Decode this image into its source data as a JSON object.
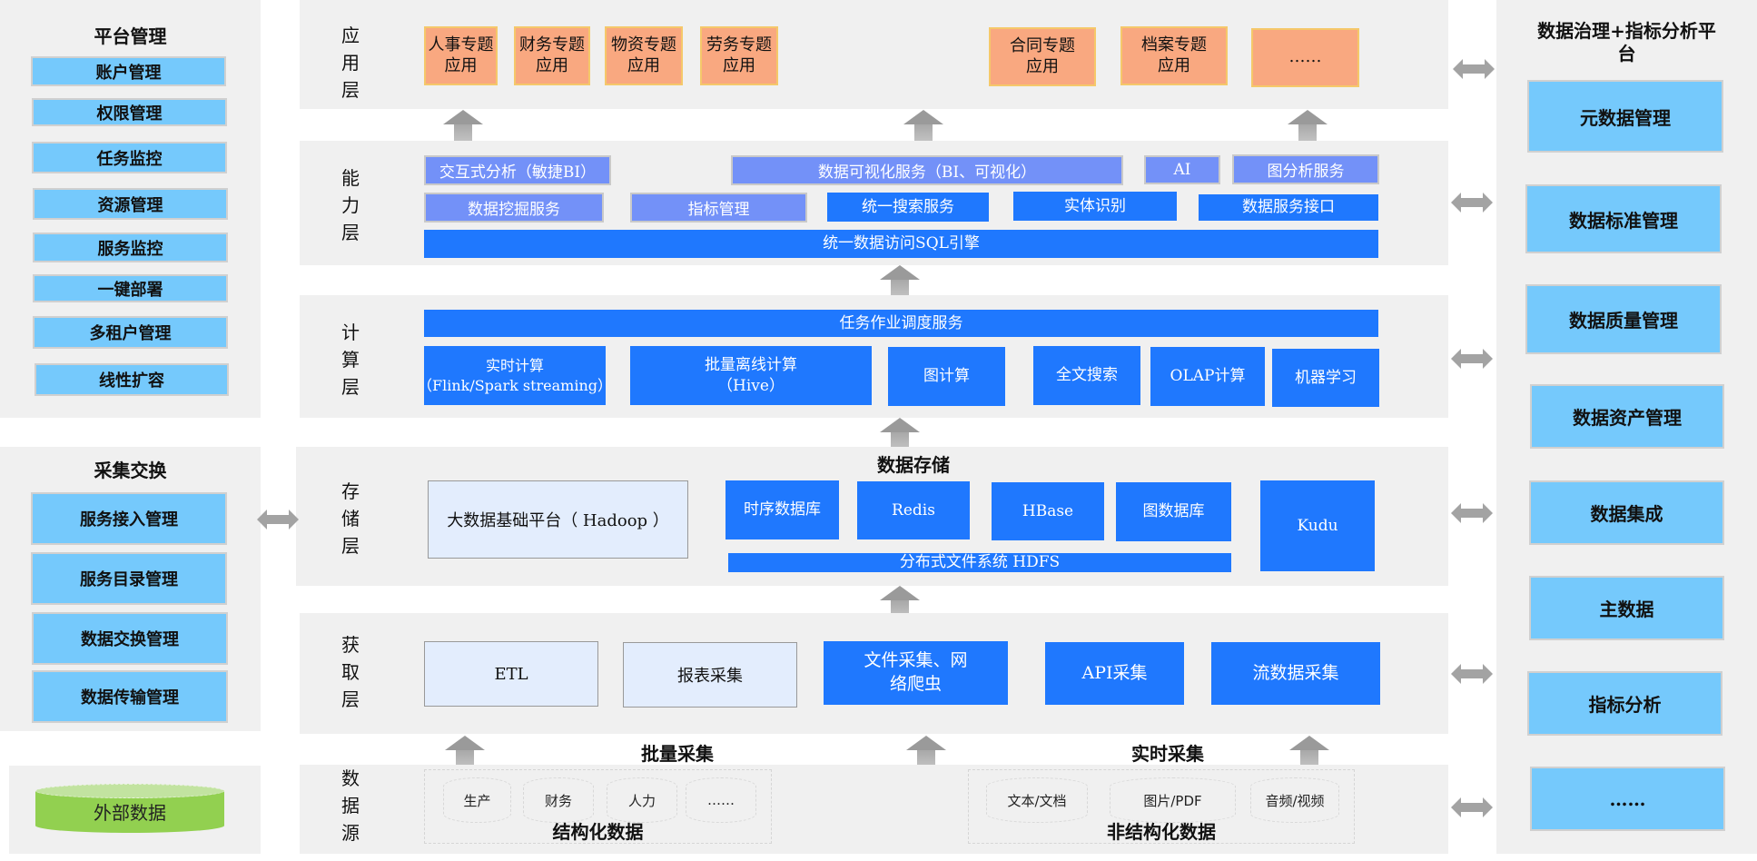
{
  "platform_mgmt": {
    "title": "平台管理",
    "items": [
      "账户管理",
      "权限管理",
      "任务监控",
      "资源管理",
      "服务监控",
      "一键部署",
      "多租户管理",
      "线性扩容"
    ]
  },
  "collect_exchange": {
    "title": "采集交换",
    "items": [
      "服务接入管理",
      "服务目录管理",
      "数据交换管理",
      "数据传输管理"
    ]
  },
  "external_data": {
    "label": "外部数据"
  },
  "governance": {
    "title": "数据治理+指标分析平台",
    "items": [
      "元数据管理",
      "数据标准管理",
      "数据质量管理",
      "数据资产管理",
      "数据集成",
      "主数据",
      "指标分析",
      "……"
    ]
  },
  "layers": {
    "app": {
      "label": "应用层",
      "items": [
        "人事专题\n应用",
        "财务专题\n应用",
        "物资专题\n应用",
        "劳务专题\n应用",
        "合同专题\n应用",
        "档案专题\n应用",
        "……"
      ]
    },
    "capability": {
      "label": "能力层",
      "row1": [
        "交互式分析（敏捷BI）",
        "数据可视化服务（BI、可视化）",
        "AI",
        "图分析服务"
      ],
      "row2": [
        "数据挖掘服务",
        "指标管理",
        "统一搜索服务",
        "实体识别",
        "数据服务接口"
      ],
      "engine": "统一数据访问SQL引擎"
    },
    "compute": {
      "label": "计算层",
      "scheduler": "任务作业调度服务",
      "items": [
        "实时计算\n（Flink/Spark streaming）",
        "批量离线计算\n（Hive）",
        "图计算",
        "全文搜索",
        "OLAP计算",
        "机器学习"
      ]
    },
    "storage": {
      "label": "存储层",
      "hadoop": "大数据基础平台（ Hadoop ）",
      "section_title": "数据存储",
      "items": [
        "时序数据库",
        "Redis",
        "HBase",
        "图数据库"
      ],
      "hdfs": "分布式文件系统 HDFS",
      "kudu": "Kudu"
    },
    "acquisition": {
      "label": "获取层",
      "items": [
        "ETL",
        "报表采集",
        "文件采集、网\n络爬虫",
        "API采集",
        "流数据采集"
      ]
    },
    "source": {
      "label": "数据源",
      "batch_label": "批量采集",
      "realtime_label": "实时采集",
      "structured": {
        "title": "结构化数据",
        "items": [
          "生产",
          "财务",
          "人力",
          "……"
        ]
      },
      "unstructured": {
        "title": "非结构化数据",
        "items": [
          "文本/文档",
          "图片/PDF",
          "音频/视频"
        ]
      }
    }
  },
  "colors": {
    "panel_bg": "#f0f0f0",
    "light_blue": "#75c9fc",
    "orange": "#f9a880",
    "blue": "#1f78fe",
    "purple": "#7391f8",
    "pale_blue": "#e3edfd",
    "green": "#92d050",
    "arrow_gray": "#9a9a9a"
  }
}
